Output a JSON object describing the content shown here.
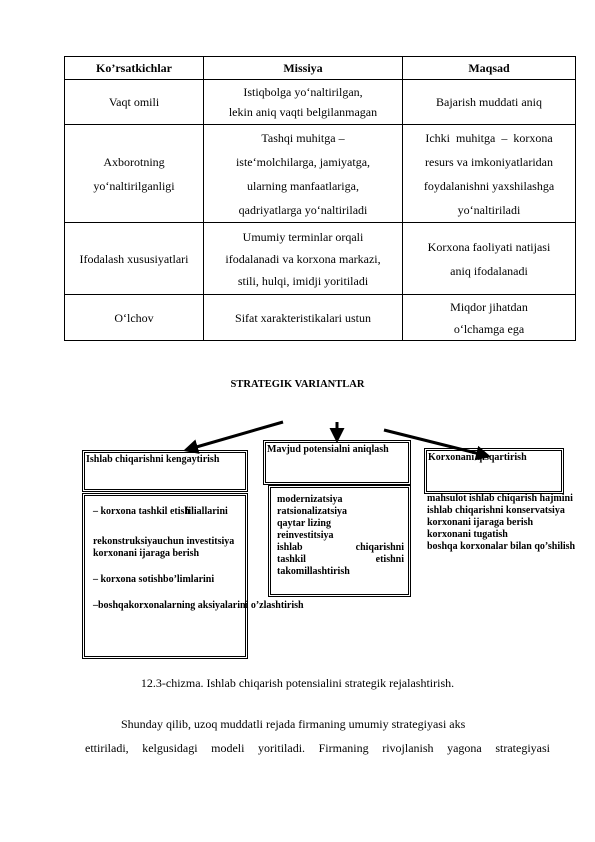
{
  "table": {
    "headers": [
      "Ko’rsatkichlar",
      "Missiya",
      "Maqsad"
    ],
    "rows": [
      {
        "indicator": "Vaqt omili",
        "mission": [
          "Istiqbolga yo‘naltirilgan,",
          "lekin aniq vaqti belgilanmagan"
        ],
        "goal": [
          "Bajarish muddati aniq"
        ]
      },
      {
        "indicator": [
          "Axborotning",
          "yo‘naltirilganligi"
        ],
        "mission": [
          "Tashqi muhitga –",
          "iste‘molchilarga, jamiyatga,",
          "ularning manfaatlariga,",
          "qadriyatlarga yo‘naltiriladi"
        ],
        "goal": [
          "Ichki muhitga – korxona",
          "resurs va imkoniyatlaridan",
          "foydalanishni yaxshilashga",
          "yo‘naltiriladi"
        ]
      },
      {
        "indicator": "Ifodalash xususiyatlari",
        "mission": [
          "Umumiy terminlar orqali",
          "ifodalanadi va korxona markazi,",
          "stili, hulqi, imidji yoritiladi"
        ],
        "goal": [
          "Korxona faoliyati natijasi",
          "aniq ifodalanadi"
        ]
      },
      {
        "indicator": "O‘lchov",
        "mission": [
          "Sifat xarakteristikalari ustun"
        ],
        "goal": [
          "Miqdor jihatdan",
          "o‘lchamga ega"
        ]
      }
    ]
  },
  "diagram": {
    "title": "STRATEGIK VARIANTLAR",
    "left": {
      "header": "Ishlab chiqarishni kengaytirish",
      "items": [
        "– korxona tashkil etish",
        "filiallarini",
        "rekonstruksiyauchun investitsiya",
        "korxonani ijaraga berish",
        "– korxona sotishbo’limlarini",
        "–boshqakorxonalarning aksiyalarini o’zlashtirish"
      ]
    },
    "center": {
      "header": "Mavjud potensialni aniqlash",
      "items": [
        "modernizatsiya",
        "ratsionalizatsiya",
        "qaytar lizing",
        "reinvestitsiya",
        [
          "ishlab",
          "chiqarishni"
        ],
        [
          "tashkil",
          "etishni"
        ],
        "takomillashtirish"
      ]
    },
    "right": {
      "header": "Korxonani qisqartirish",
      "items": [
        "mahsulot ishlab chiqarish hajmini",
        "ishlab chiqarishni konservatsiya",
        "korxonani ijaraga berish",
        "korxonani tugatish",
        "boshqa korxonalar bilan qo’shilish"
      ]
    }
  },
  "caption": "12.3-chizma. Ishlab chiqarish potensialini strategik rejalashtirish.",
  "paragraph": [
    "Shunday  qilib, uzoq muddatli rejada firmaning umumiy  strategiyasi aks",
    "ettiriladi, kelgusidagi modeli yoritiladi. Firmaning rivojlanish yagona strategiyasi"
  ]
}
